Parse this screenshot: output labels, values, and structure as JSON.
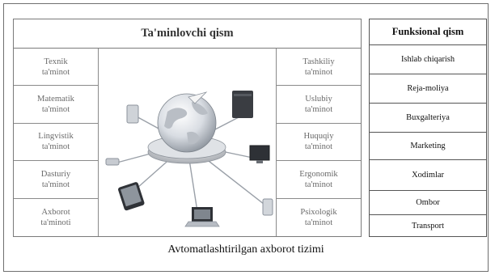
{
  "left": {
    "title": "Ta'minlovchi qism",
    "left_column": [
      {
        "line1": "Texnik",
        "line2": "ta'minot"
      },
      {
        "line1": "Matematik",
        "line2": "ta'minot"
      },
      {
        "line1": "Lingvistik",
        "line2": "ta'minot"
      },
      {
        "line1": "Dasturiy",
        "line2": "ta'minot"
      },
      {
        "line1": "Axborot",
        "line2": "ta'minoti"
      }
    ],
    "right_column": [
      {
        "line1": "Tashkiliy",
        "line2": "ta'minot"
      },
      {
        "line1": "Uslubiy",
        "line2": "ta'minot"
      },
      {
        "line1": "Huquqiy",
        "line2": "ta'minot"
      },
      {
        "line1": "Ergonomik",
        "line2": "ta'minot"
      },
      {
        "line1": "Psixologik",
        "line2": "ta'minot"
      }
    ]
  },
  "right": {
    "title": "Funksional qism",
    "items": [
      "Ishlab chiqarish",
      "Reja-moliya",
      "Buxgalteriya",
      "Marketing",
      "Xodimlar",
      "Ombor",
      "Transport"
    ]
  },
  "caption": "Avtomatlashtirilgan axborot tizimi"
}
